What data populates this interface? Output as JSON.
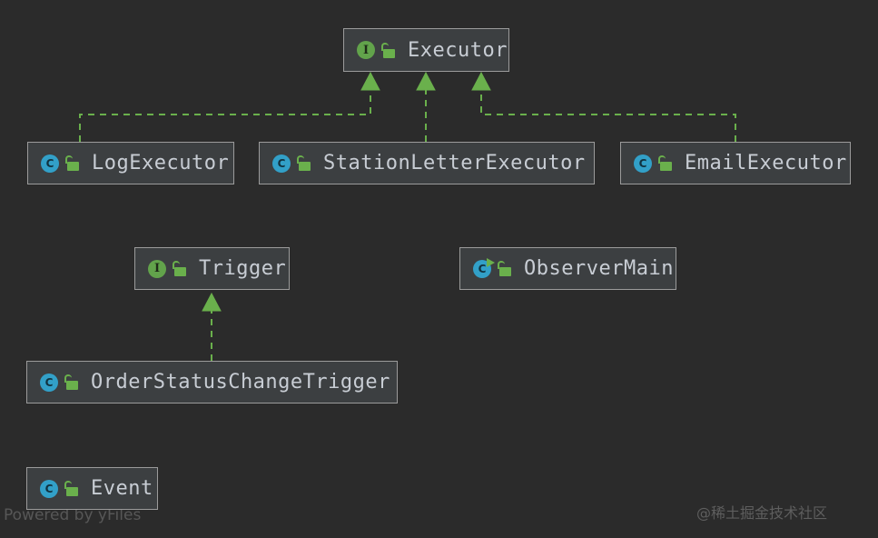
{
  "diagram": {
    "type": "uml-class-diagram",
    "background_color": "#2b2b2b",
    "node_fill": "#3c3f41",
    "node_border": "#9b9b9b",
    "label_color": "#c8cdd4",
    "edge_color": "#6ab04c",
    "interface_icon_color": "#62a34b",
    "class_icon_color": "#32a0c8"
  },
  "nodes": [
    {
      "id": "executor",
      "label": "Executor",
      "kind": "interface",
      "kind_glyph": "I",
      "visibility_icon": "unlocked-padlock-icon",
      "runnable": false
    },
    {
      "id": "log_executor",
      "label": "LogExecutor",
      "kind": "class",
      "kind_glyph": "C",
      "visibility_icon": "unlocked-padlock-icon",
      "runnable": false
    },
    {
      "id": "station_letter_executor",
      "label": "StationLetterExecutor",
      "kind": "class",
      "kind_glyph": "C",
      "visibility_icon": "unlocked-padlock-icon",
      "runnable": false
    },
    {
      "id": "email_executor",
      "label": "EmailExecutor",
      "kind": "class",
      "kind_glyph": "C",
      "visibility_icon": "unlocked-padlock-icon",
      "runnable": false
    },
    {
      "id": "trigger",
      "label": "Trigger",
      "kind": "interface",
      "kind_glyph": "I",
      "visibility_icon": "unlocked-padlock-icon",
      "runnable": false
    },
    {
      "id": "observer_main",
      "label": "ObserverMain",
      "kind": "class",
      "kind_glyph": "C",
      "visibility_icon": "unlocked-padlock-icon",
      "runnable": true
    },
    {
      "id": "order_status_change_trigger",
      "label": "OrderStatusChangeTrigger",
      "kind": "class",
      "kind_glyph": "C",
      "visibility_icon": "unlocked-padlock-icon",
      "runnable": false
    },
    {
      "id": "event",
      "label": "Event",
      "kind": "class",
      "kind_glyph": "C",
      "visibility_icon": "unlocked-padlock-icon",
      "runnable": false
    }
  ],
  "edges": [
    {
      "from": "log_executor",
      "to": "executor",
      "relation": "realization",
      "style": "dashed",
      "arrowhead": "hollow-triangle-filled"
    },
    {
      "from": "station_letter_executor",
      "to": "executor",
      "relation": "realization",
      "style": "dashed",
      "arrowhead": "hollow-triangle-filled"
    },
    {
      "from": "email_executor",
      "to": "executor",
      "relation": "realization",
      "style": "dashed",
      "arrowhead": "hollow-triangle-filled"
    },
    {
      "from": "order_status_change_trigger",
      "to": "trigger",
      "relation": "realization",
      "style": "dashed",
      "arrowhead": "hollow-triangle-filled"
    }
  ],
  "watermarks": {
    "yfiles": "Powered by yFiles",
    "community": "@稀土掘金技术社区"
  }
}
